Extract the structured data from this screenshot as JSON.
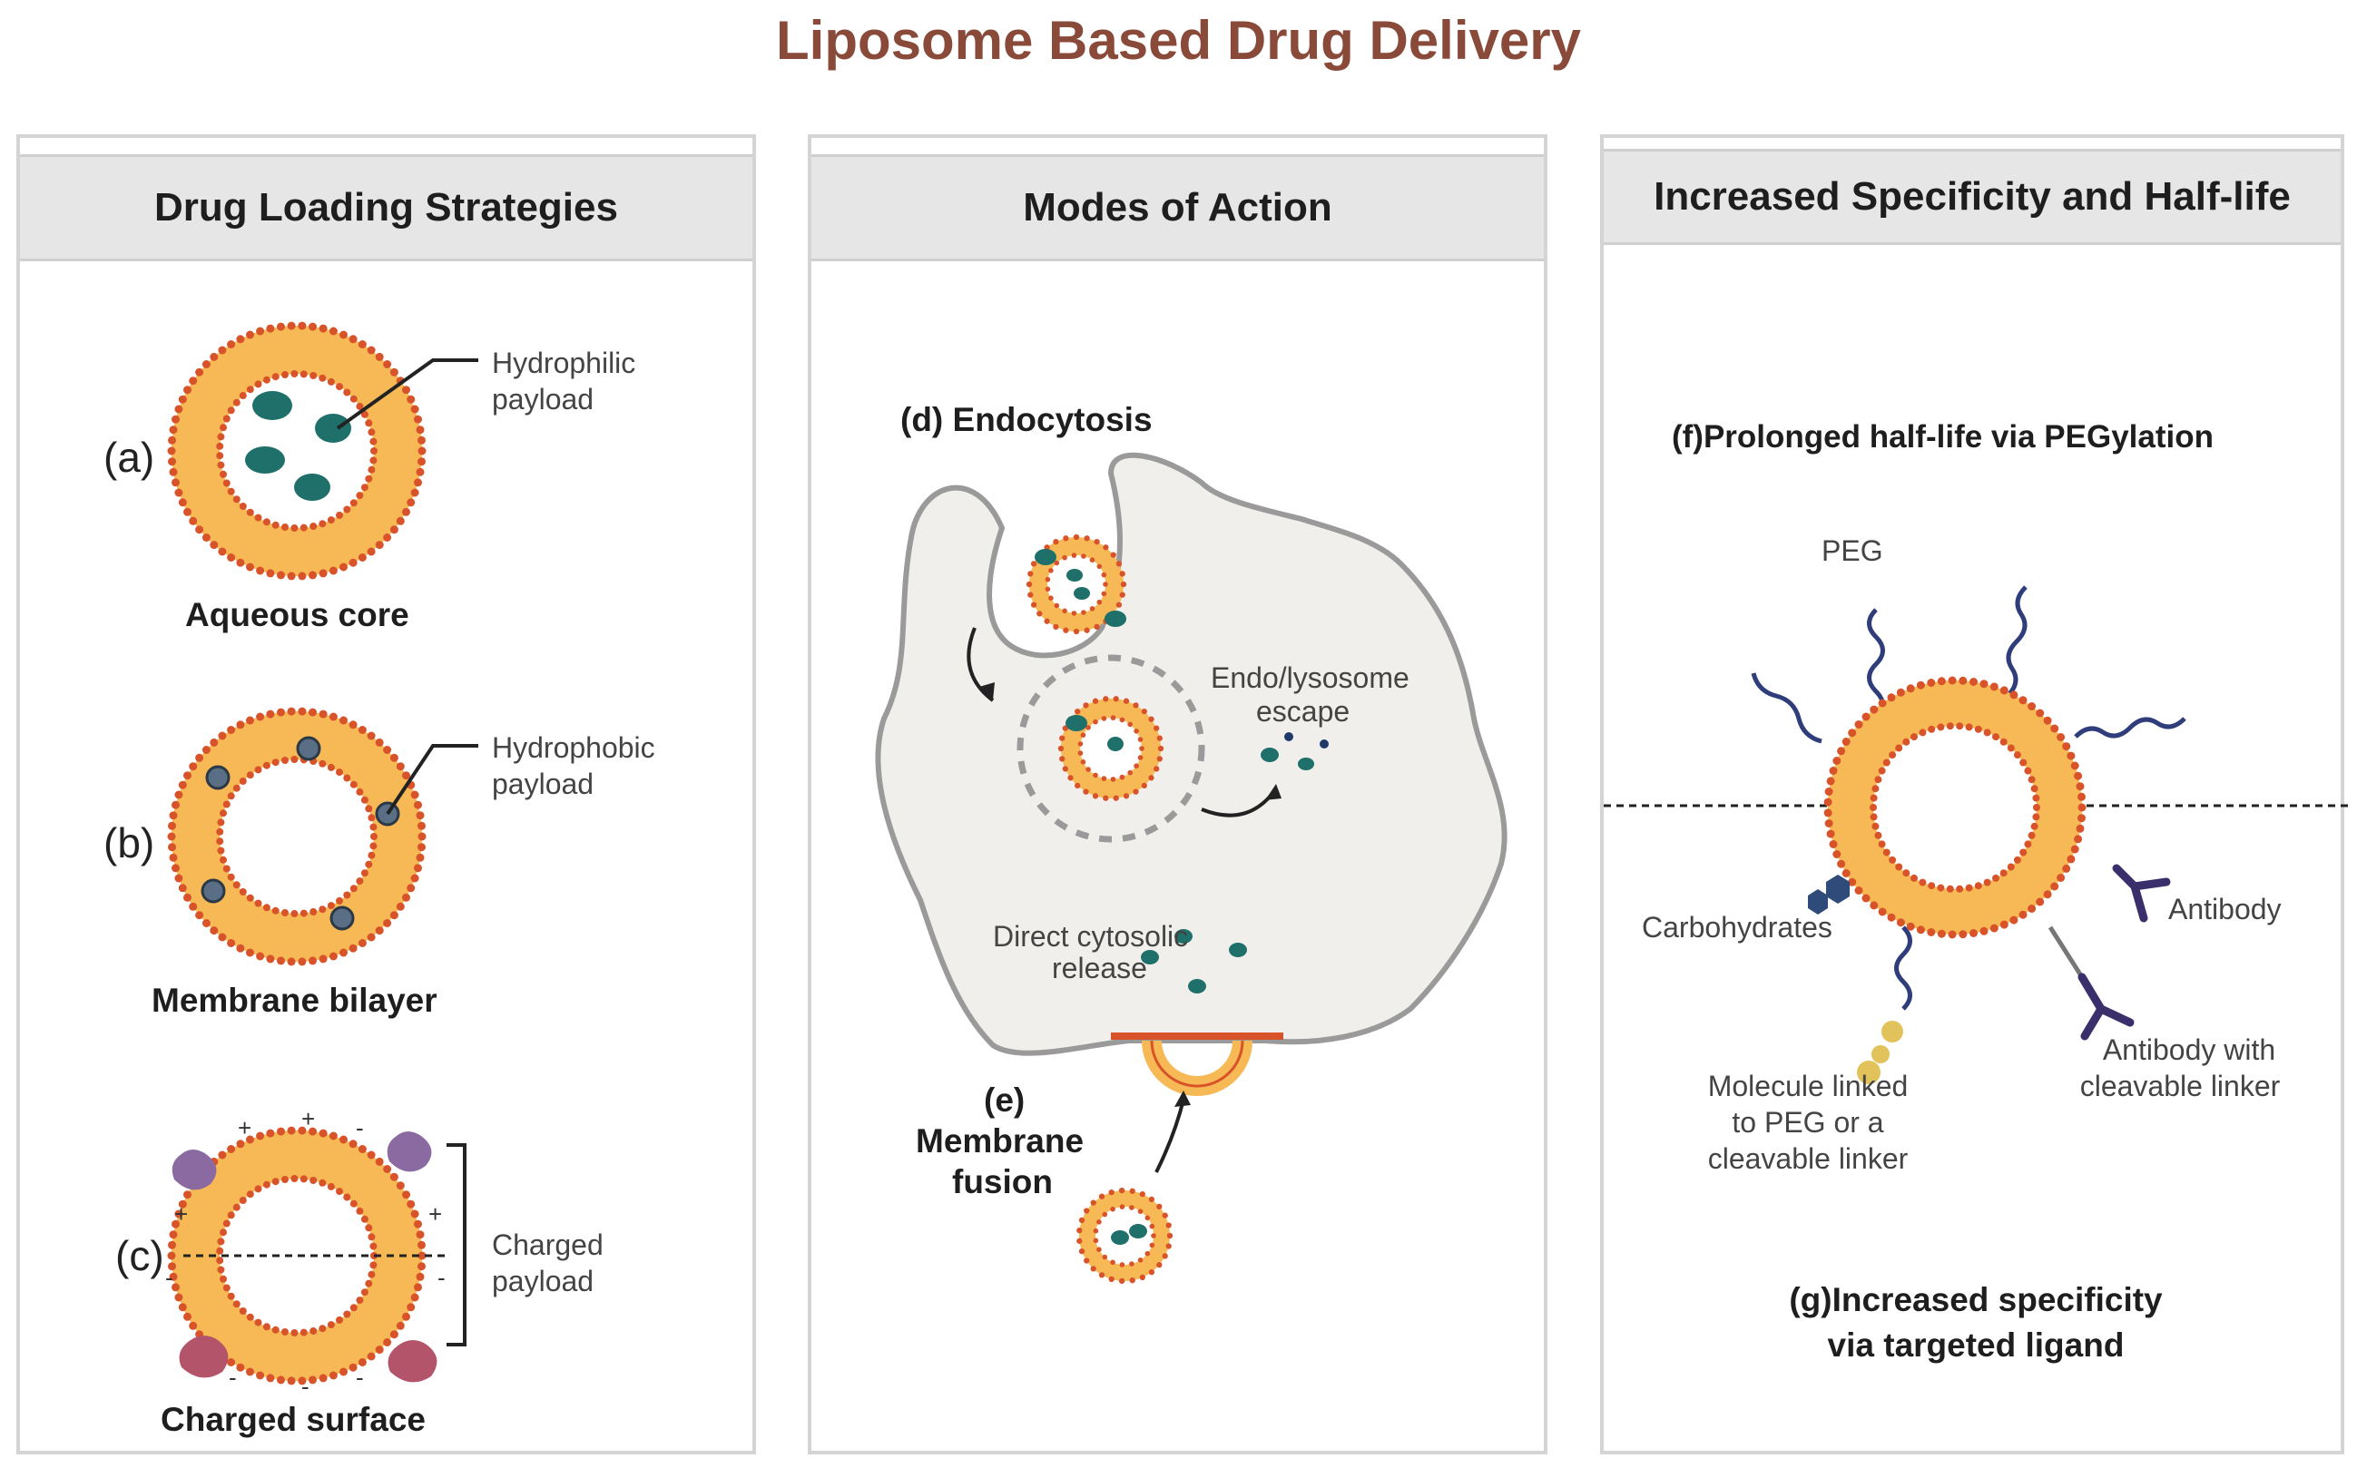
{
  "title": "Liposome Based Drug Delivery",
  "panels": [
    {
      "header": "Drug Loading Strategies",
      "items": [
        {
          "letter": "(a)",
          "caption": "Aqueous core",
          "callout_line1": "Hydrophilic",
          "callout_line2": "payload"
        },
        {
          "letter": "(b)",
          "caption": "Membrane bilayer",
          "callout_line1": "Hydrophobic",
          "callout_line2": "payload"
        },
        {
          "letter": "(c)",
          "caption": "Charged surface",
          "callout_line1": "Charged",
          "callout_line2": "payload"
        }
      ]
    },
    {
      "header": "Modes of Action",
      "endocytosis": "(d) Endocytosis",
      "escape_line1": "Endo/lysosome",
      "escape_line2": "escape",
      "direct_line1": "Direct cytosolic",
      "direct_line2": "release",
      "fusion_letter": "(e)",
      "fusion_line1": "Membrane",
      "fusion_line2": "fusion"
    },
    {
      "header": "Increased Specificity and Half-life",
      "pegylation": "(f)Prolonged half-life via PEGylation",
      "peg": "PEG",
      "carbohydrates": "Carbohydrates",
      "antibody": "Antibody",
      "cleavable_line1": "Antibody with",
      "cleavable_line2": "cleavable linker",
      "molecule_line1": "Molecule linked",
      "molecule_line2": "to PEG or a",
      "molecule_line3": "cleavable linker",
      "specificity_line1": "(g)Increased specificity",
      "specificity_line2": "via targeted ligand"
    }
  ],
  "colors": {
    "title": "#8a4a3a",
    "lipid_head": "#d9532a",
    "bilayer_fill": "#f7b955",
    "payload_teal": "#1f6f6a",
    "hydrophobic_dot": "#5a6f86",
    "cell_fill": "#f0efeb",
    "cell_outline": "#9a9a9a",
    "peg": "#2f3d7a",
    "antibody": "#3a2f6b",
    "ligand": "#e2c25a",
    "charged_purple": "#8a6aa0",
    "charged_red": "#b3546b"
  }
}
